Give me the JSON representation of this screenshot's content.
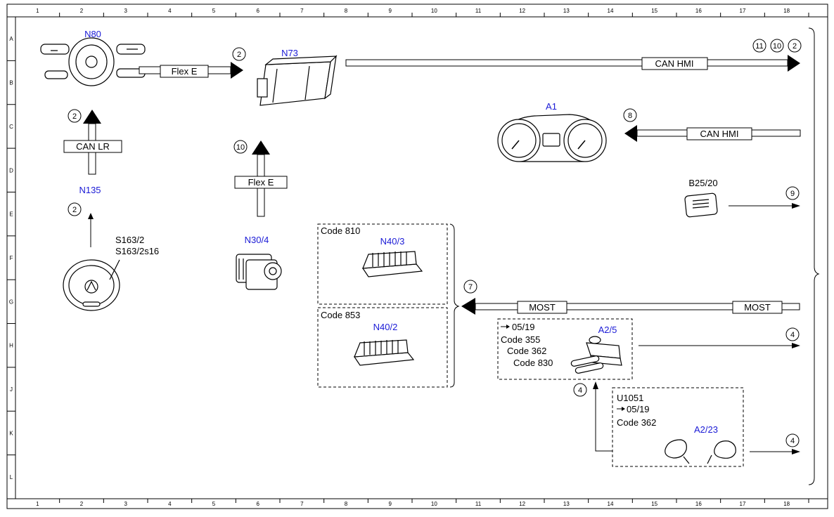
{
  "ruler": {
    "columns": [
      "1",
      "2",
      "3",
      "4",
      "5",
      "6",
      "7",
      "8",
      "9",
      "10",
      "11",
      "12",
      "13",
      "14",
      "15",
      "16",
      "17",
      "18"
    ],
    "rows": [
      "A",
      "B",
      "C",
      "D",
      "E",
      "F",
      "G",
      "H",
      "J",
      "K",
      "L"
    ]
  },
  "components": {
    "n80": "N80",
    "n73": "N73",
    "a1": "A1",
    "n135": "N135",
    "s163": "S163/2",
    "s163s16": "S163/2s16",
    "n30_4": "N30/4",
    "b25_20": "B25/20",
    "n40_3": "N40/3",
    "n40_2": "N40/2",
    "a2_5": "A2/5",
    "a2_23": "A2/23",
    "u1051": "U1051"
  },
  "buses": {
    "flex_e": "Flex E",
    "can_hmi": "CAN HMI",
    "can_lr": "CAN LR",
    "most": "MOST"
  },
  "codes": {
    "code_810": "Code 810",
    "code_853": "Code 853",
    "a2_5_date": "05/19",
    "a2_5_code_355": "Code 355",
    "a2_5_code_362": "Code 362",
    "a2_5_code_830": "Code 830",
    "u_date": "05/19",
    "u_code_362": "Code 362"
  },
  "refs": {
    "n80_up": "2",
    "n73_in": "2",
    "top_11": "11",
    "top_10": "10",
    "top_2": "2",
    "a1_in": "8",
    "n30_up": "10",
    "n135_up": "2",
    "b25": "9",
    "n40": "7",
    "a2_5_out": "4",
    "a2_5_in": "4",
    "a2_23_out": "4"
  },
  "colors": {
    "component_label": "#1a1ad6",
    "line": "#000000"
  }
}
